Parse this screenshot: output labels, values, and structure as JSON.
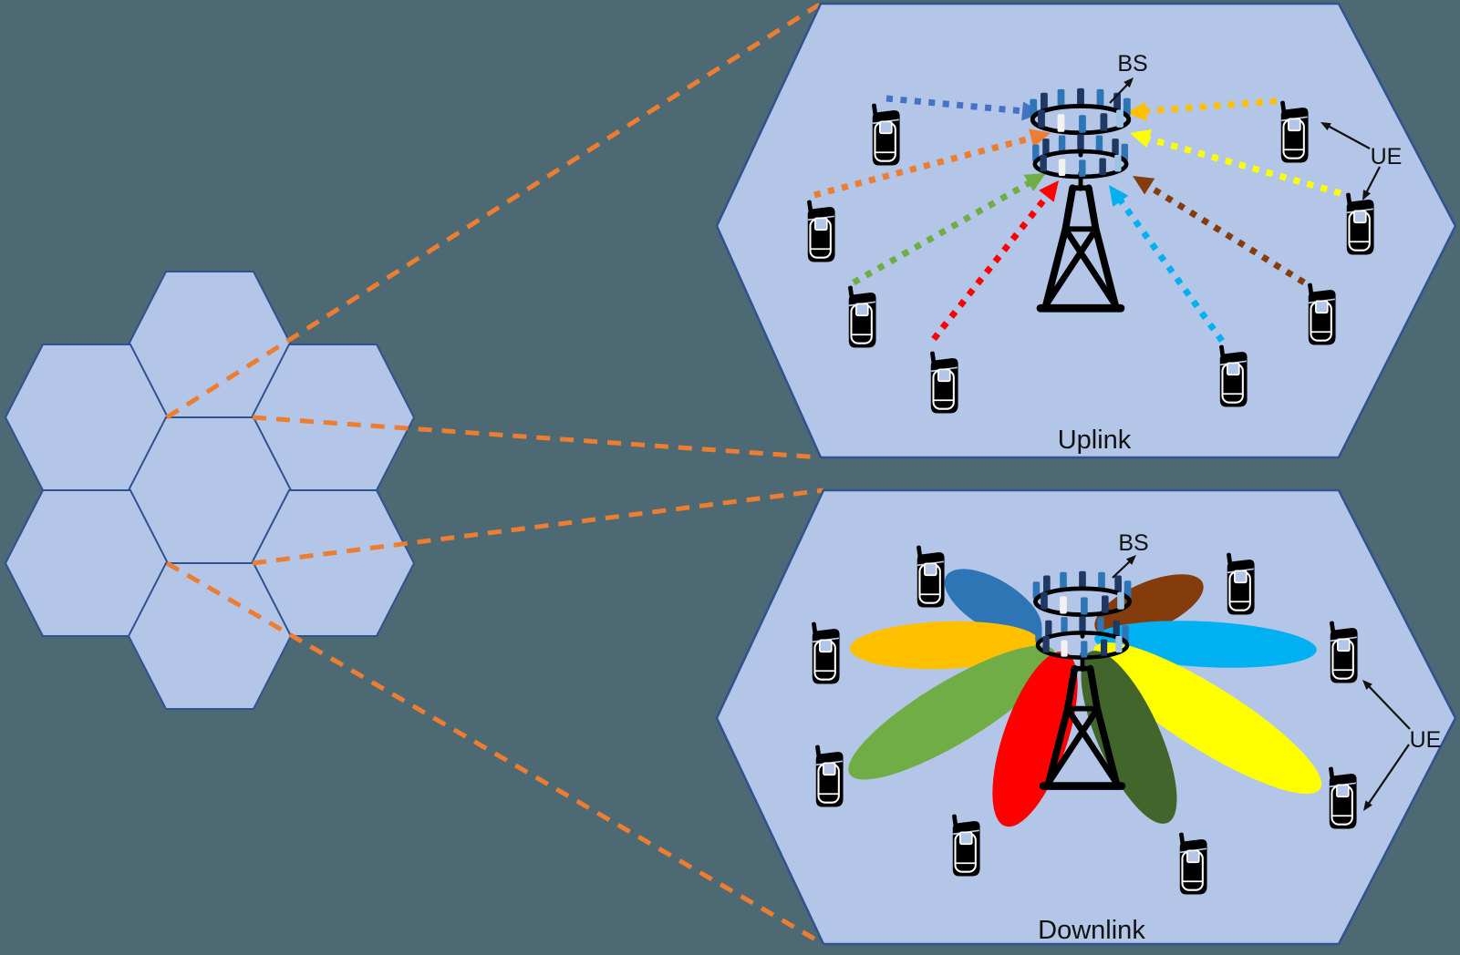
{
  "scene": {
    "background_color": "#4D6973",
    "cell_fill": "#B4C6E7",
    "cell_stroke": "#2E5390",
    "zoom_line_color": "#ED7D31",
    "icon_color": "#000000",
    "antenna_element_colors": [
      "#1F3864",
      "#2E75B6",
      "#9DC3E6",
      "#F2F2F2"
    ]
  },
  "uplink": {
    "title": "Uplink",
    "bs_label": "BS",
    "ue_label": "UE",
    "arrows": [
      {
        "name": "blue",
        "color": "#4472C4"
      },
      {
        "name": "orange",
        "color": "#ED7D31"
      },
      {
        "name": "green",
        "color": "#70AD47"
      },
      {
        "name": "red",
        "color": "#FF0000"
      },
      {
        "name": "sky-blue",
        "color": "#00B0F0"
      },
      {
        "name": "brown",
        "color": "#843C0C"
      },
      {
        "name": "yellow",
        "color": "#FFFF00"
      },
      {
        "name": "amber",
        "color": "#FFC000"
      }
    ]
  },
  "downlink": {
    "title": "Downlink",
    "bs_label": "BS",
    "ue_label": "UE",
    "beams": [
      {
        "name": "blue",
        "color": "#2E75B6"
      },
      {
        "name": "brown",
        "color": "#843C0C"
      },
      {
        "name": "gold",
        "color": "#FFC000"
      },
      {
        "name": "sky-blue",
        "color": "#00B0F0"
      },
      {
        "name": "green",
        "color": "#70AD47"
      },
      {
        "name": "yellow",
        "color": "#FFFF00"
      },
      {
        "name": "dark-green",
        "color": "#41652B"
      },
      {
        "name": "red",
        "color": "#FF0000"
      }
    ]
  }
}
